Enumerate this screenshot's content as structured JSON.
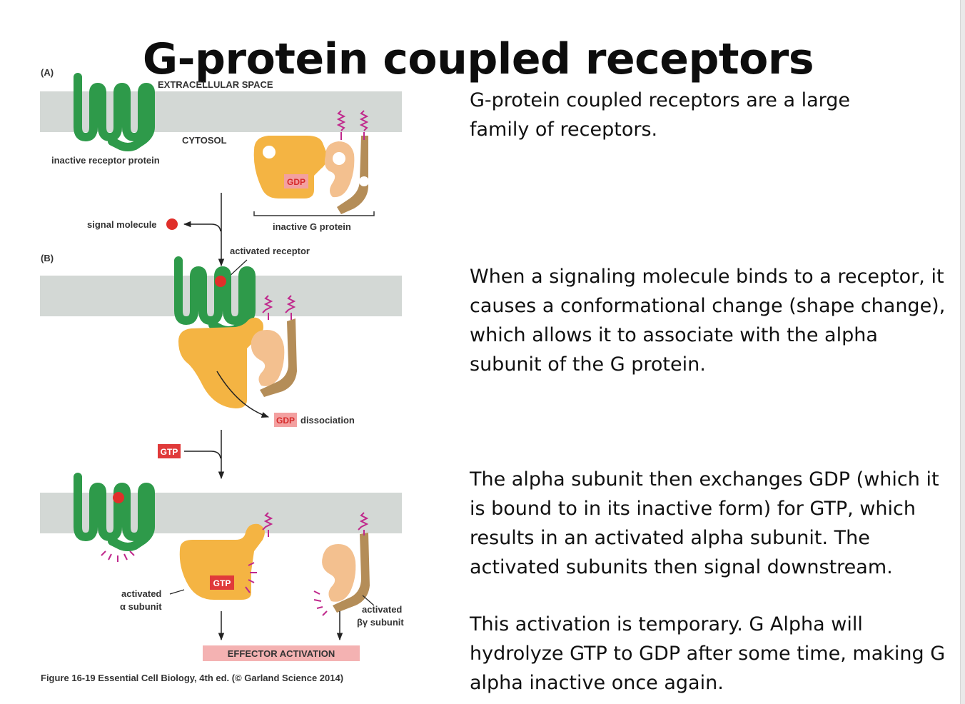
{
  "slide": {
    "title": "G-protein coupled receptors"
  },
  "figure": {
    "panel_a": "(A)",
    "panel_b": "(B)",
    "extracellular": "EXTRACELLULAR SPACE",
    "cytosol": "CYTOSOL",
    "inactive_receptor": "inactive receptor protein",
    "inactive_g_protein": "inactive G protein",
    "signal_molecule": "signal molecule",
    "activated_receptor": "activated receptor",
    "gdp": "GDP",
    "gdp_dissociation_badge": "GDP",
    "dissociation": "dissociation",
    "gtp_in": "GTP",
    "gtp_bound": "GTP",
    "activated_alpha_line1": "activated",
    "activated_alpha_line2": "α subunit",
    "activated_bg_line1": "activated",
    "activated_bg_line2": "βγ subunit",
    "effector": "EFFECTOR ACTIVATION",
    "caption": "Figure 16-19 Essential Cell Biology, 4th ed. (© Garland Science 2014)"
  },
  "text": {
    "p1": "G-protein coupled receptors are a large family of receptors.",
    "p2": "When a signaling molecule binds to a receptor, it causes a conformational change (shape change), which allows it to associate with the alpha subunit of the G protein.",
    "p3": "The alpha subunit then exchanges GDP (which it is bound to in its inactive form) for GTP, which results in an activated alpha subunit. The activated subunits then signal downstream.",
    "p4": "This activation is temporary. G Alpha will hydrolyze GTP to GDP after some time, making G alpha inactive once again."
  },
  "colors": {
    "membrane": "#d3d8d5",
    "receptor": "#2e9a4a",
    "alpha_subunit": "#f4b443",
    "beta_subunit": "#f3c08f",
    "gamma_subunit": "#b48d58",
    "signal": "#e02f2a",
    "nucleotide_badge": "#e03a3a",
    "effector_band": "#f4b2b2",
    "activation_spark": "#c0288c"
  }
}
